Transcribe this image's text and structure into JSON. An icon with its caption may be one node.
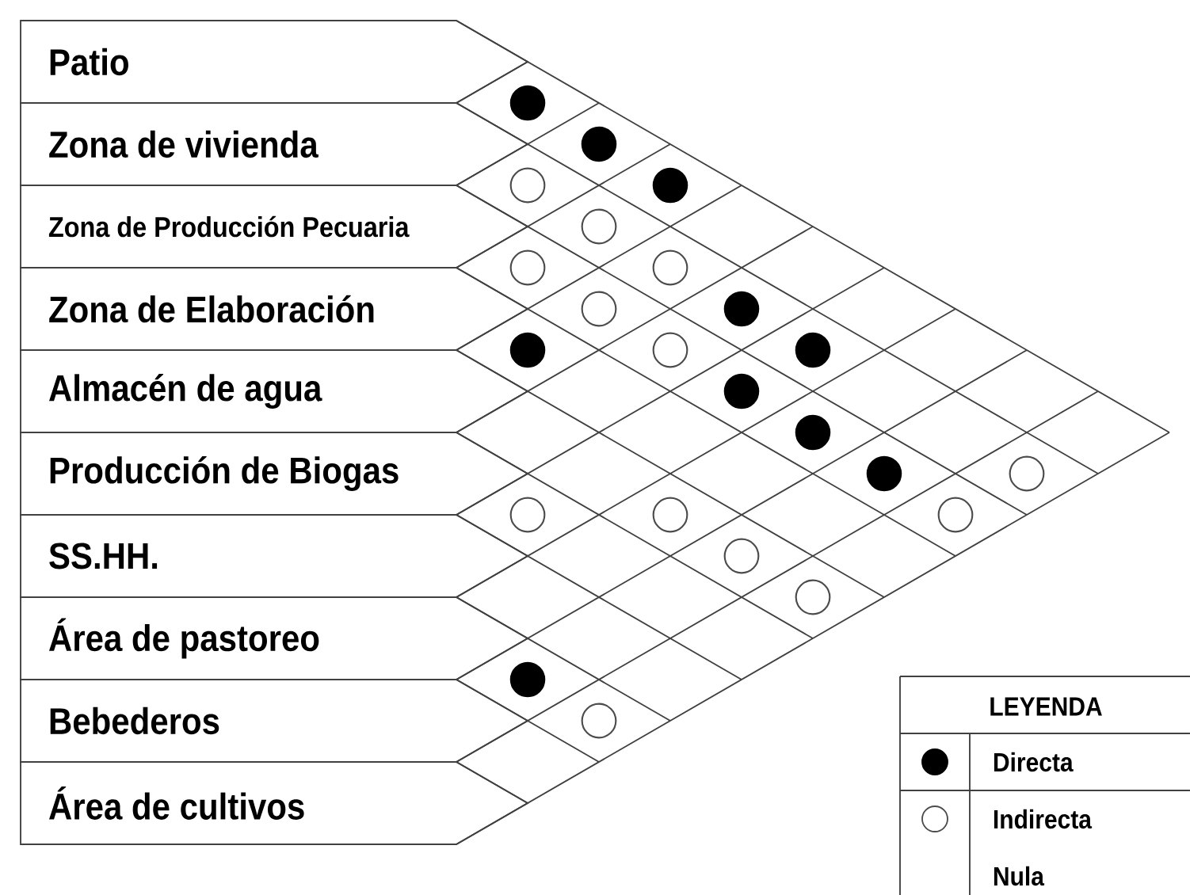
{
  "diagram": {
    "nodes": [
      {
        "text": [
          "Patio"
        ]
      },
      {
        "text": [
          "Zona de vivienda"
        ]
      },
      {
        "text": [
          "Zona de Producción Pecuaria"
        ]
      },
      {
        "text": [
          "Zona de Elaboración"
        ]
      },
      {
        "text": [
          "Almacén de agua"
        ]
      },
      {
        "text": [
          "Producción de Biogas"
        ]
      },
      {
        "text": [
          "SS.HH."
        ]
      },
      {
        "text": [
          "Área de pastoreo"
        ]
      },
      {
        "text": [
          "Bebederos"
        ]
      },
      {
        "text": [
          "Área de cultivos"
        ]
      },
      {
        "text": [],
        "shape": "dot"
      },
      {
        "text": [],
        "shape": "dot"
      },
      {
        "text": [],
        "shape": "circle"
      },
      {
        "text": [],
        "shape": "dot"
      },
      {
        "text": [],
        "shape": "circle"
      },
      {
        "text": [],
        "shape": "circle"
      },
      {
        "text": [],
        "shape": "circle"
      },
      {
        "text": [],
        "shape": "circle"
      },
      {
        "text": [],
        "shape": "dot"
      },
      {
        "text": [],
        "shape": "dot"
      },
      {
        "text": [],
        "shape": "circle"
      },
      {
        "text": [],
        "shape": "dot"
      },
      {
        "text": [],
        "shape": "dot"
      },
      {
        "text": [],
        "shape": "dot"
      },
      {
        "text": [],
        "shape": "dot"
      },
      {
        "text": [],
        "shape": "circle"
      },
      {
        "text": [],
        "shape": "circle"
      },
      {
        "text": [],
        "shape": "circle"
      },
      {
        "text": [],
        "shape": "circle"
      },
      {
        "text": [],
        "shape": "circle"
      },
      {
        "text": [],
        "shape": "circle"
      },
      {
        "text": [],
        "shape": "dot"
      },
      {
        "text": [],
        "shape": "circle"
      }
    ],
    "labels": [
      "LEYENDA"
    ],
    "legend": [
      {
        "text": "Directa"
      },
      {
        "text": "Indirecta"
      },
      {
        "text": "Nula"
      }
    ]
  }
}
